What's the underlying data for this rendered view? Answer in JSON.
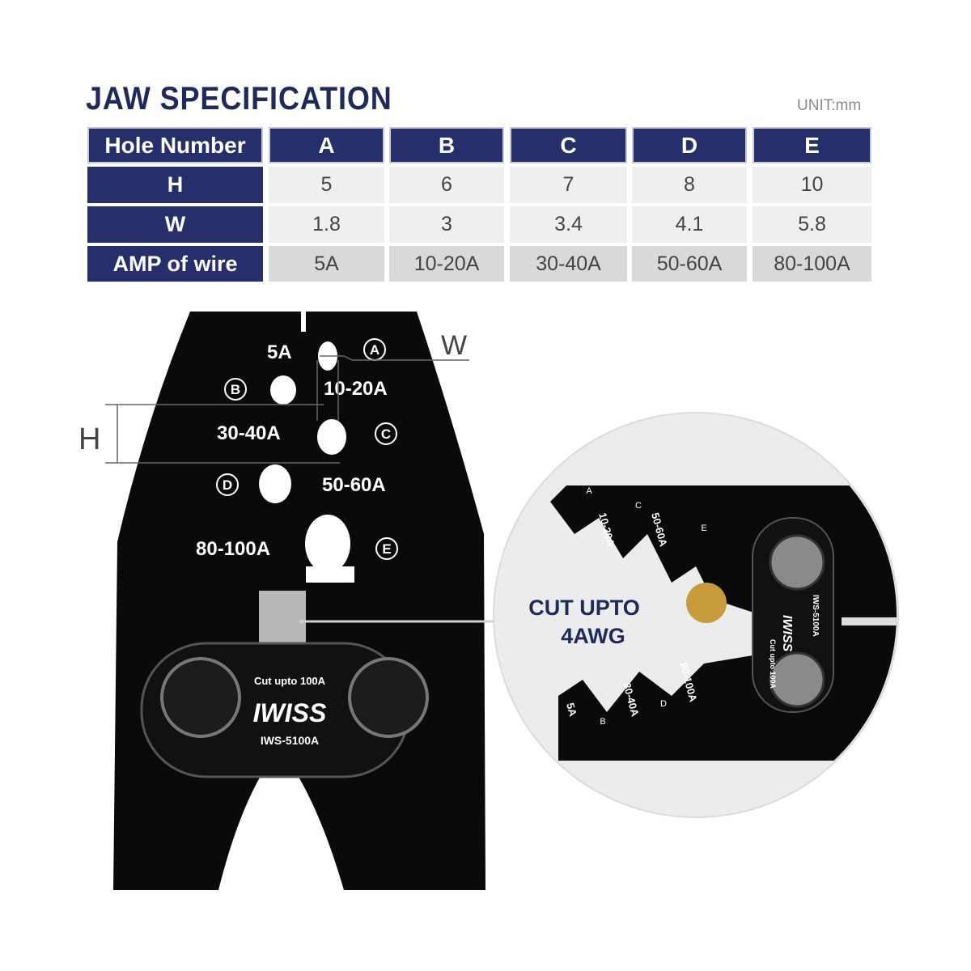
{
  "title": "JAW SPECIFICATION",
  "unit": "UNIT:mm",
  "table": {
    "header_label": "Hole Number",
    "columns": [
      "A",
      "B",
      "C",
      "D",
      "E"
    ],
    "rows": [
      {
        "label": "H",
        "values": [
          "5",
          "6",
          "7",
          "8",
          "10"
        ]
      },
      {
        "label": "W",
        "values": [
          "1.8",
          "3",
          "3.4",
          "4.1",
          "5.8"
        ]
      },
      {
        "label": "AMP of wire",
        "values": [
          "5A",
          "10-20A",
          "30-40A",
          "50-60A",
          "80-100A"
        ]
      }
    ]
  },
  "tool": {
    "hole_labels": [
      "5A",
      "10-20A",
      "30-40A",
      "50-60A",
      "80-100A"
    ],
    "hole_letters": [
      "A",
      "B",
      "C",
      "D",
      "E"
    ],
    "dim_h": "H",
    "dim_w": "W",
    "plate_text": "Cut upto 100A",
    "brand": "IWISS",
    "model": "IWS-5100A"
  },
  "inset": {
    "line1": "CUT UPTO",
    "line2": "4AWG",
    "labels": [
      "10-20A",
      "50-60A",
      "5A",
      "30-40A",
      "80-100A"
    ],
    "letters": [
      "A",
      "C",
      "E",
      "B",
      "D"
    ],
    "plate_text": "Cut upto 100A",
    "brand": "IWISS",
    "model": "IWS-5100A"
  },
  "colors": {
    "navy": "#252f6b",
    "title": "#1f2a5c",
    "cell_light": "#efefef",
    "cell_dark": "#d9d9d9"
  }
}
